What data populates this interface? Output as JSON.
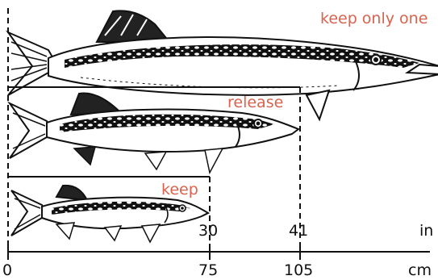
{
  "zone_labels": {
    "large": "keep only one",
    "middle": "release",
    "small": "keep"
  },
  "inch_axis": {
    "marks": [
      "30",
      "41"
    ],
    "unit": "in"
  },
  "cm_axis": {
    "marks": [
      "0",
      "75",
      "105"
    ],
    "unit": "cm"
  },
  "colors": {
    "zone_label": "#d9634e",
    "ink": "#111111"
  }
}
